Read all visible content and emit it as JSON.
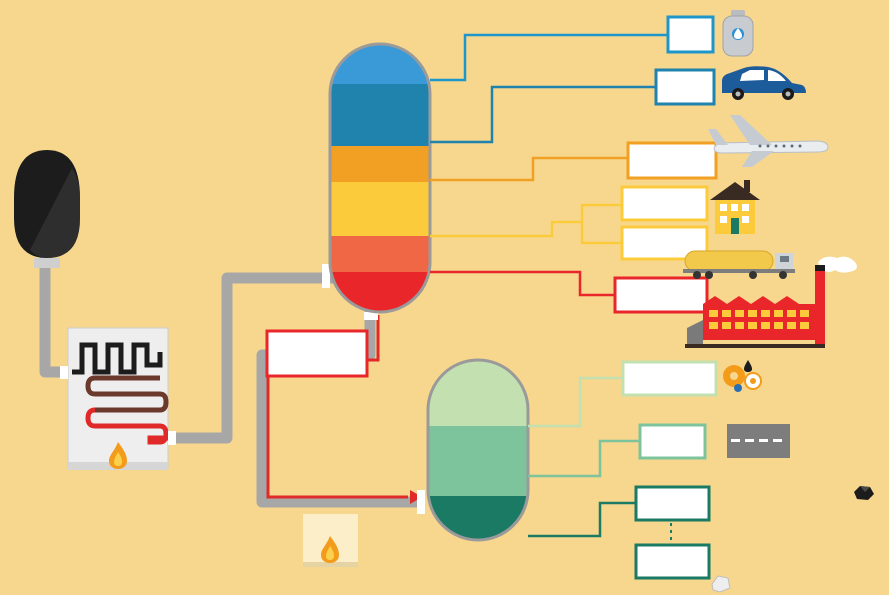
{
  "diagram": {
    "title": "",
    "background": "#f7d78e",
    "crude_tank_color": "#1c1c1c",
    "pipe_color": "#a7a7a7",
    "hot_pipe_color": "#e02a2a",
    "flame_color": "#f39c1c",
    "column_one": {
      "name": "atmospheric-distillation-column",
      "bands": [
        {
          "name": "gas-band",
          "color": "#3a9ad7"
        },
        {
          "name": "gasoline-band",
          "color": "#1f83ad"
        },
        {
          "name": "kerosene-band",
          "color": "#f2a024"
        },
        {
          "name": "diesel-band",
          "color": "#fbcb3c"
        },
        {
          "name": "fuel-oil-band",
          "color": "#ef6745"
        },
        {
          "name": "residue-band",
          "color": "#e9262a"
        }
      ]
    },
    "column_two": {
      "name": "vacuum-distillation-column",
      "bands": [
        {
          "name": "lubricant-band",
          "color": "#c3e0b0"
        },
        {
          "name": "wax-band",
          "color": "#7dc49c"
        },
        {
          "name": "asphalt-band",
          "color": "#1b7a63"
        }
      ]
    },
    "label_boxes": [
      {
        "name": "lpg-label-box",
        "color": "#1f96c9"
      },
      {
        "name": "gasoline-label-box",
        "color": "#1f83ad"
      },
      {
        "name": "jet-fuel-label-box",
        "color": "#f2a024"
      },
      {
        "name": "heating-oil-label-box",
        "color": "#fbcb3c"
      },
      {
        "name": "diesel-label-box",
        "color": "#fbcb3c"
      },
      {
        "name": "fuel-oil-label-box",
        "color": "#e9262a"
      },
      {
        "name": "residue-label-box",
        "color": "#e9262a"
      },
      {
        "name": "lubricant-label-box",
        "color": "#c3e0b0"
      },
      {
        "name": "asphalt-label-box",
        "color": "#7dc49c"
      },
      {
        "name": "coke-label-box",
        "color": "#1b7a63"
      },
      {
        "name": "sulfur-label-box",
        "color": "#1b7a63"
      }
    ],
    "icons": [
      "gas-cylinder-icon",
      "car-icon",
      "airplane-icon",
      "house-icon",
      "tanker-truck-icon",
      "factory-icon",
      "gears-icon",
      "road-icon",
      "coal-icon",
      "rock-icon",
      "furnace-icon",
      "flame-icon"
    ]
  }
}
